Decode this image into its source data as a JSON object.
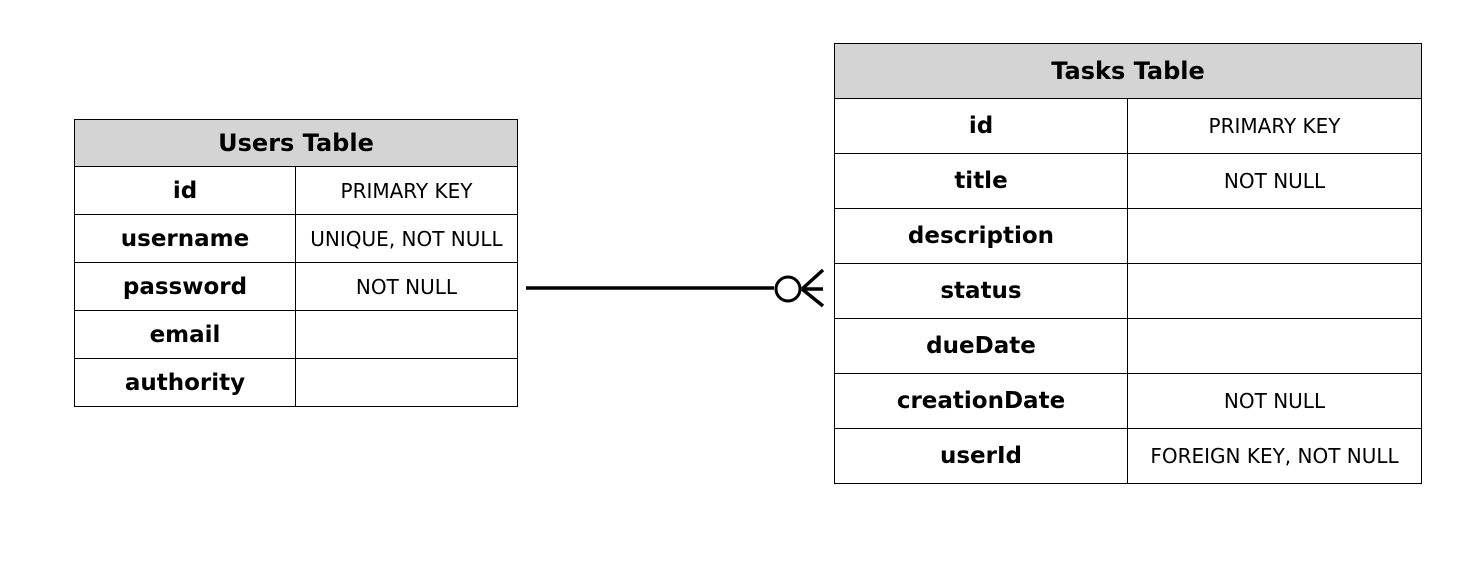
{
  "users_table": {
    "title": "Users Table",
    "rows": [
      {
        "field": "id",
        "constraint": "PRIMARY KEY"
      },
      {
        "field": "username",
        "constraint": "UNIQUE, NOT NULL"
      },
      {
        "field": "password",
        "constraint": "NOT NULL"
      },
      {
        "field": "email",
        "constraint": ""
      },
      {
        "field": "authority",
        "constraint": ""
      }
    ]
  },
  "tasks_table": {
    "title": "Tasks Table",
    "rows": [
      {
        "field": "id",
        "constraint": "PRIMARY KEY"
      },
      {
        "field": "title",
        "constraint": "NOT NULL"
      },
      {
        "field": "description",
        "constraint": ""
      },
      {
        "field": "status",
        "constraint": ""
      },
      {
        "field": "dueDate",
        "constraint": ""
      },
      {
        "field": "creationDate",
        "constraint": "NOT NULL"
      },
      {
        "field": "userId",
        "constraint": "FOREIGN KEY, NOT NULL"
      }
    ]
  },
  "relationship": {
    "from_end": "one",
    "to_end": "zero-or-many"
  },
  "colors": {
    "header_fill": "#d4d4d4",
    "border": "#000000",
    "background": "#ffffff"
  }
}
